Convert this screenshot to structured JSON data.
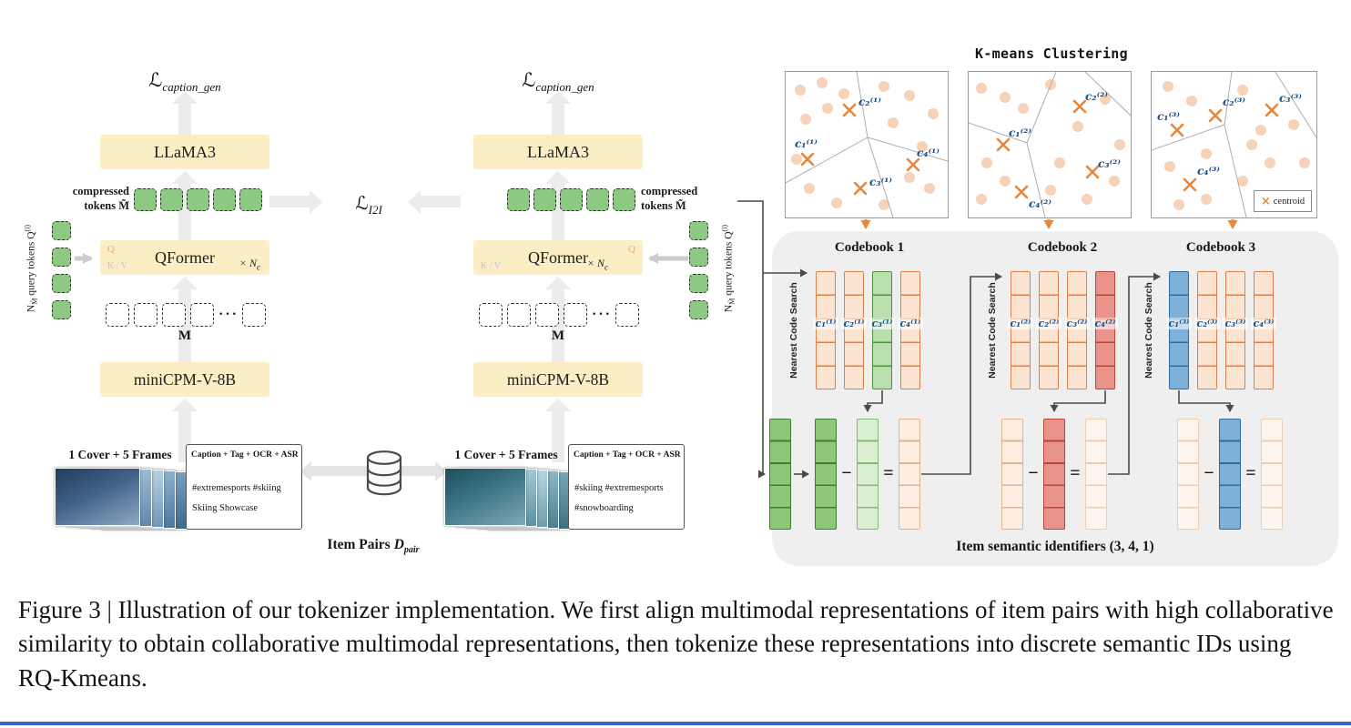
{
  "page": {
    "caption": "Figure 3 | Illustration of our tokenizer implementation. We first align multimodal representations of item pairs with high collaborative similarity to obtain collaborative multimodal representations, then tokenize these representations into discrete semantic IDs using RQ-Kmeans."
  },
  "losses": {
    "caption_base": "ℒ",
    "caption_sub": "caption_gen",
    "i2i_base": "ℒ",
    "i2i_sub": "I2I"
  },
  "pipeline": {
    "llama": "LLaMA3",
    "qformer": "QFormer",
    "nc_base": "× N",
    "nc_sub": "c",
    "q": "Q",
    "kv": "K / V",
    "m": "M",
    "dots": "···",
    "encoder": "miniCPM-V-8B",
    "compressed_line1": "compressed",
    "compressed_line2": "tokens M̃",
    "query_n": "N",
    "query_n_sub": "M̃",
    "query_mid": " query tokens ",
    "query_q": "Q",
    "query_sup": "(i)",
    "cover": "1 Cover + 5 Frames"
  },
  "items": {
    "pair_base": "Item Pairs",
    "pair_d": "D",
    "pair_sub": "pair",
    "a": {
      "title": "Caption + Tag + OCR + ASR",
      "line1": "#extremesports #skiing",
      "line2": "Skiing Showcase"
    },
    "b": {
      "title": "Caption + Tag + OCR + ASR",
      "line1": "#skiing #extremesports",
      "line2": "#snowboarding"
    }
  },
  "kmeans": {
    "title": "K-means Clustering",
    "legend_x": "×",
    "legend_label": "centroid",
    "panels": [
      {
        "centroids": [
          "c₁⁽¹⁾",
          "c₂⁽¹⁾",
          "c₃⁽¹⁾",
          "c₄⁽¹⁾"
        ]
      },
      {
        "centroids": [
          "c₁⁽²⁾",
          "c₂⁽²⁾",
          "c₃⁽²⁾",
          "c₄⁽²⁾"
        ]
      },
      {
        "centroids": [
          "c₁⁽³⁾",
          "c₂⁽³⁾",
          "c₃⁽³⁾",
          "c₄⁽³⁾"
        ]
      }
    ]
  },
  "rq": {
    "search": "Nearest Code Search",
    "minus": "−",
    "equals": "=",
    "result": "Item semantic identifiers (3, 4, 1)",
    "books": [
      {
        "title": "Codebook 1",
        "codes": [
          "c₁⁽¹⁾",
          "c₂⁽¹⁾",
          "c₃⁽¹⁾",
          "c₄⁽¹⁾"
        ]
      },
      {
        "title": "Codebook 2",
        "codes": [
          "c₁⁽²⁾",
          "c₂⁽²⁾",
          "c₃⁽²⁾",
          "c₄⁽²⁾"
        ]
      },
      {
        "title": "Codebook 3",
        "codes": [
          "c₁⁽³⁾",
          "c₂⁽³⁾",
          "c₃⁽³⁾",
          "c₄⁽³⁾"
        ]
      }
    ]
  }
}
